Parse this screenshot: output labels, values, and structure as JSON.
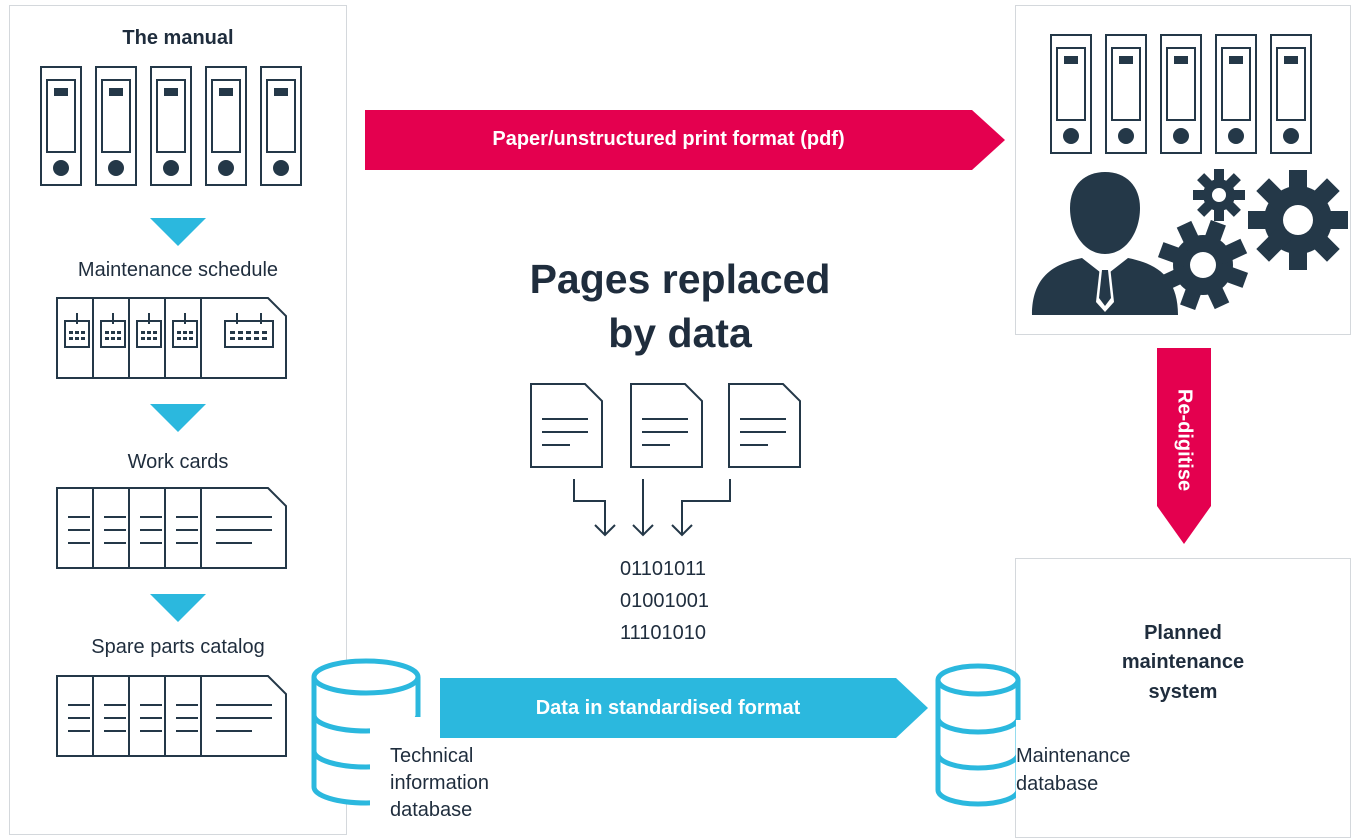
{
  "left_panel": {
    "title": "The manual",
    "steps": [
      "Maintenance schedule",
      "Work cards",
      "Spare parts catalog"
    ]
  },
  "arrows": {
    "paper": "Paper/unstructured print format (pdf)",
    "data": "Data in standardised format",
    "redigitise": "Re-digitise"
  },
  "center": {
    "heading_line1": "Pages replaced",
    "heading_line2": "by data",
    "binary": [
      "01101011",
      "01001001",
      "11101010"
    ]
  },
  "databases": {
    "technical": [
      "Technical",
      "information",
      "database"
    ],
    "maintenance": [
      "Maintenance",
      "database"
    ]
  },
  "right_panel": {
    "pms": [
      "Planned",
      "maintenance",
      "system"
    ]
  },
  "colors": {
    "red_arrow": "#e4004f",
    "blue_arrow": "#2bb8de",
    "icon_dark": "#243848",
    "panel_border": "#d4d8dc"
  },
  "icons": [
    "binder-icon",
    "calendar-icon",
    "document-icon",
    "database-icon",
    "person-icon",
    "gear-icon"
  ]
}
